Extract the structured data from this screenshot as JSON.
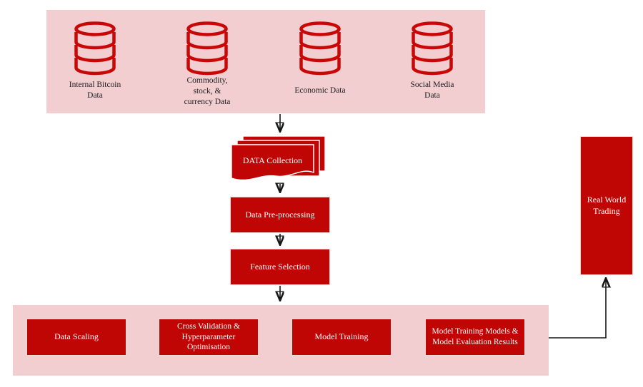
{
  "title": "Bitcoin trading machine-learning pipeline flowchart",
  "colors": {
    "panel_pink": "#f2ced1",
    "shape_red": "#c00505",
    "database_red": "#c90707",
    "connector": "#151515",
    "ink": "#1c1c1c",
    "ink_light": "#ffffff"
  },
  "data_sources_panel": {
    "items": [
      {
        "icon": "database-icon",
        "label": "Internal Bitcoin\nData"
      },
      {
        "icon": "database-icon",
        "label": "Commodity,\nstock, &\ncurrency Data"
      },
      {
        "icon": "database-icon",
        "label": "Economic Data"
      },
      {
        "icon": "database-icon",
        "label": "Social Media\nData"
      }
    ]
  },
  "pipeline": {
    "data_collection": "DATA Collection",
    "data_preprocessing": "Data Pre-processing",
    "feature_selection": "Feature Selection"
  },
  "modeling_panel": {
    "data_scaling": "Data Scaling",
    "cross_validation": "Cross Validation &\nHyperparameter\nOptimisation",
    "model_training": "Model Training",
    "results": "Model Training Models &\nModel Evaluation Results"
  },
  "output": {
    "real_world_trading": "Real World\nTrading"
  }
}
